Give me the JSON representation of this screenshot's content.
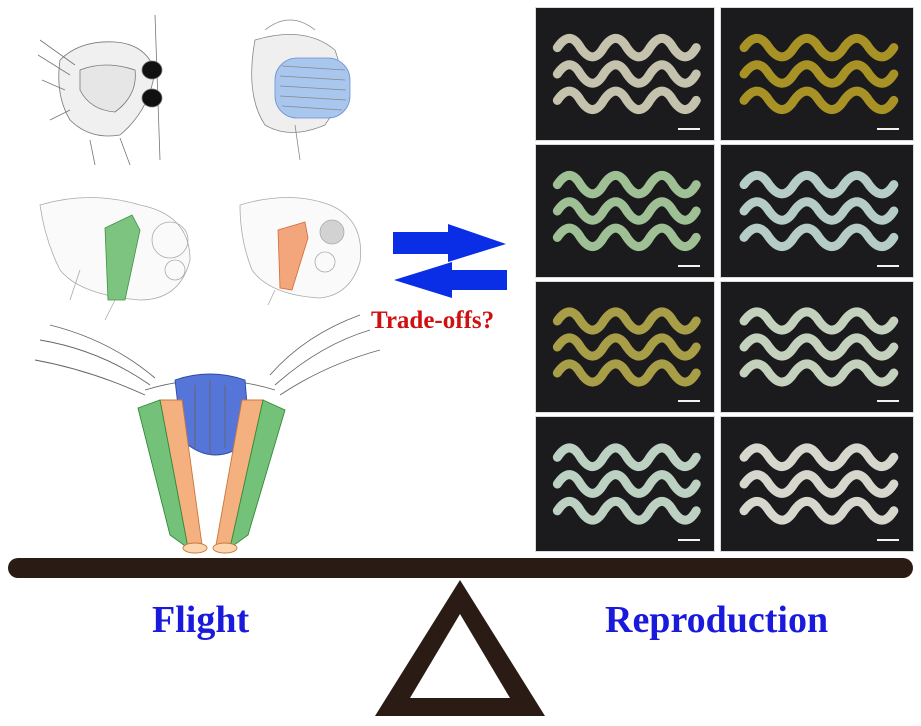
{
  "labels": {
    "flight": "Flight",
    "reproduction": "Reproduction",
    "tradeoffs": "Trade-offs?"
  },
  "colors": {
    "label_blue": "#1a1adc",
    "tradeoff_red": "#d01010",
    "arrow_blue": "#0a2ee6",
    "beam": "#2a1c14",
    "muscle_blue": "#8fb2e8",
    "muscle_green": "#5cb567",
    "muscle_orange": "#f1a36b"
  },
  "icons": {
    "arrows": "double-opposing-arrow-icon",
    "fulcrum": "triangle-fulcrum-icon"
  },
  "ovary_panels": [
    {
      "id": "p1",
      "tone": "#d8d5bf"
    },
    {
      "id": "p2",
      "tone": "#b8a028"
    },
    {
      "id": "p3",
      "tone": "#aed1a2"
    },
    {
      "id": "p4",
      "tone": "#c8e0da"
    },
    {
      "id": "p5",
      "tone": "#b9ad4e"
    },
    {
      "id": "p6",
      "tone": "#d6e6cf"
    },
    {
      "id": "p7",
      "tone": "#cfe6d6"
    },
    {
      "id": "p8",
      "tone": "#ecece2"
    }
  ]
}
